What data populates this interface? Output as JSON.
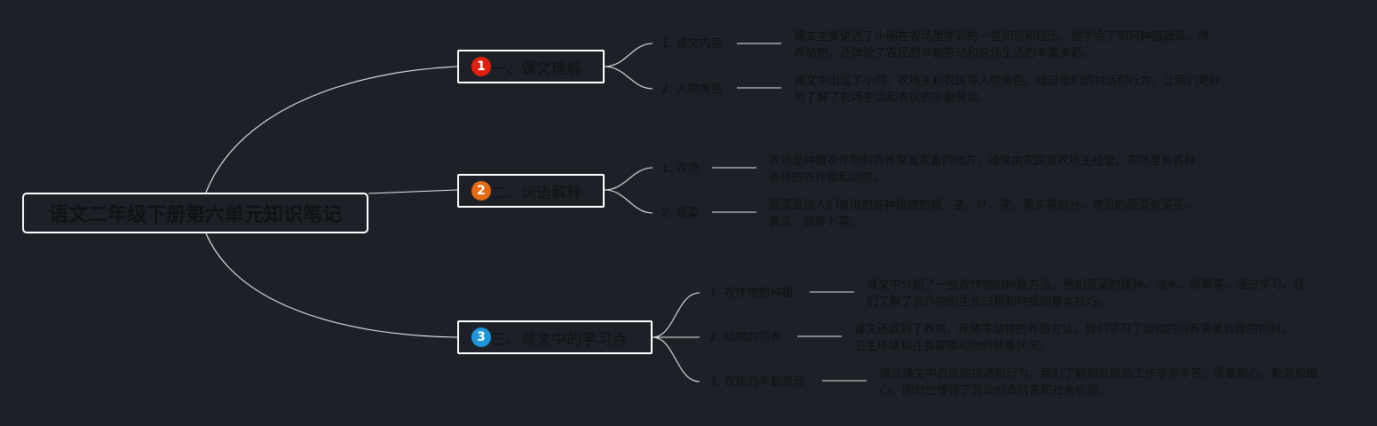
{
  "title": "语文二年级下册第六单元知识笔记",
  "colors": {
    "background": "#1d2127",
    "line": "#e6e6e6",
    "badge_red": "#e0200c",
    "badge_orange": "#e36a12",
    "badge_blue": "#1f96d8"
  },
  "branches": [
    {
      "badge": "1",
      "label": "一、课文理解",
      "color": "#e0200c",
      "items": [
        {
          "label": "1. 课文内容",
          "desc": "课文主要讲述了小明在农场里学到的一些知识和经历。他学会了如何种植蔬菜、喂养动物，还体验了农民的辛勤劳动和农场生活的丰富多彩。"
        },
        {
          "label": "2. 人物角色",
          "desc": "课文中出现了小明、农场主和农民等人物角色。通过他们的对话和行为，让我们更好地了解了农场生活和农民的辛勤劳动。"
        }
      ]
    },
    {
      "badge": "2",
      "label": "二、词语解释",
      "color": "#e36a12",
      "items": [
        {
          "label": "1. 农场",
          "desc": "农场是种植农作物和饲养家禽家畜的地方，通常由农民或农场主经营。农场里有各种各样的农作物和动物。"
        },
        {
          "label": "2. 蔬菜",
          "desc": "蔬菜是指人们食用的各种植物的根、茎、叶、花、果实等部分。常见的蔬菜有菜花、黄瓜、胡萝卜等。"
        }
      ]
    },
    {
      "badge": "3",
      "label": "三、课文中的学习点",
      "color": "#1f96d8",
      "items": [
        {
          "label": "1. 农作物的种植",
          "desc": "课文中介绍了一些农作物的种植方法，例如蔬菜的播种、浇水、除草等。通过学习，我们了解了农作物的生长过程和种植的基本技巧。"
        },
        {
          "label": "2. 动物的饲养",
          "desc": "课文还提到了养鸡、养猪等动物的养殖方法。我们学习了动物的饲养需要合理的饲料、卫生环境和注意观察动物的健康状况。"
        },
        {
          "label": "3. 农民的辛勤劳动",
          "desc": "通过课文中农民的描述和行为，我们了解到农民的工作非常辛苦，需要耐心、勤劳和细心。同时也懂得了劳动创造财富和社会价值。"
        }
      ]
    }
  ]
}
